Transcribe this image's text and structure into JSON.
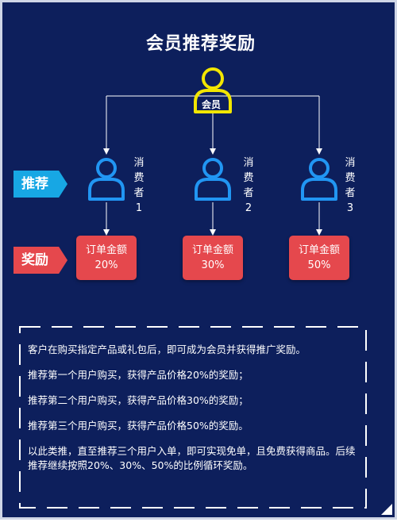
{
  "title": "会员推荐奖励",
  "member_label": "会员",
  "tags": {
    "recommend": "推荐",
    "reward": "奖励"
  },
  "consumers": [
    {
      "chars": [
        "消",
        "费",
        "者",
        "1"
      ]
    },
    {
      "chars": [
        "消",
        "费",
        "者",
        "2"
      ]
    },
    {
      "chars": [
        "消",
        "费",
        "者",
        "3"
      ]
    }
  ],
  "rewards": [
    {
      "line1": "订单金额",
      "line2": "20%"
    },
    {
      "line1": "订单金额",
      "line2": "30%"
    },
    {
      "line1": "订单金额",
      "line2": "50%"
    }
  ],
  "info": [
    "客户在购买指定产品或礼包后，即可成为会员并获得推广奖励。",
    "推荐第一个用户购买，获得产品价格20%的奖励；",
    "推荐第二个用户购买，获得产品价格30%的奖励；",
    "推荐第三个用户购买，获得产品价格50%的奖励。",
    "以此类推，直至推荐三个用户入单，即可实现免单，且免费获得商品。后续推荐继续按照20%、30%、50%的比例循环奖励。"
  ],
  "colors": {
    "background": "#0d1f5c",
    "member": "#f2e600",
    "consumer": "#2196f3",
    "recommend_tag": "#17a7e4",
    "reward": "#e5484d"
  }
}
